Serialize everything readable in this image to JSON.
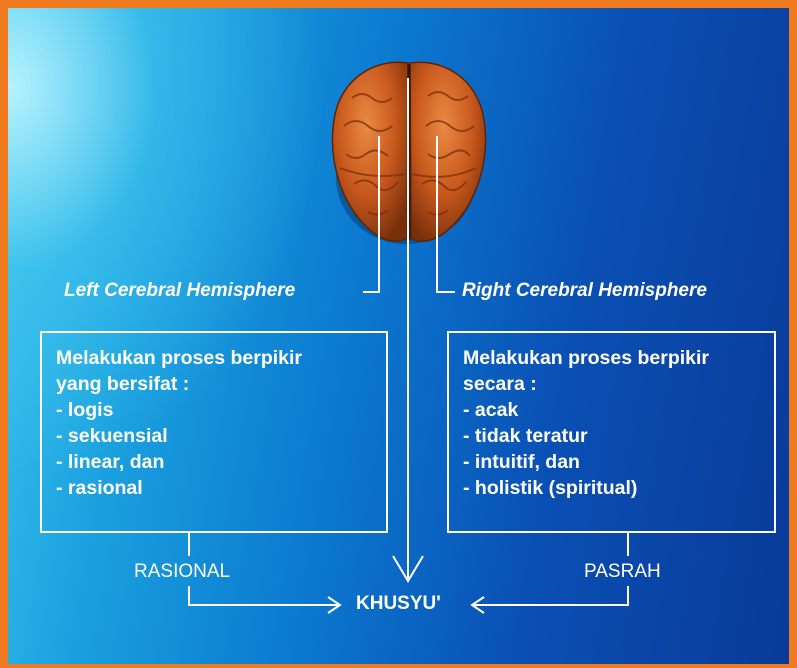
{
  "left": {
    "hemisphere_label": "Left  Cerebral Hemisphere",
    "intro_lines": [
      "Melakukan proses berpikir",
      "yang bersifat :"
    ],
    "items": [
      "- logis",
      "- sekuensial",
      "- linear, dan",
      "- rasional"
    ],
    "output_label": "RASIONAL"
  },
  "right": {
    "hemisphere_label": "Right  Cerebral Hemisphere",
    "intro_lines": [
      "Melakukan proses berpikir",
      "secara :"
    ],
    "items": [
      "- acak",
      "- tidak teratur",
      "- intuitif, dan",
      "- holistik (spiritual)"
    ],
    "output_label": "PASRAH"
  },
  "result": "KHUSYU'",
  "colors": {
    "frame": "#f07a1e",
    "text": "#ffffff",
    "brain": "#c8581c"
  }
}
